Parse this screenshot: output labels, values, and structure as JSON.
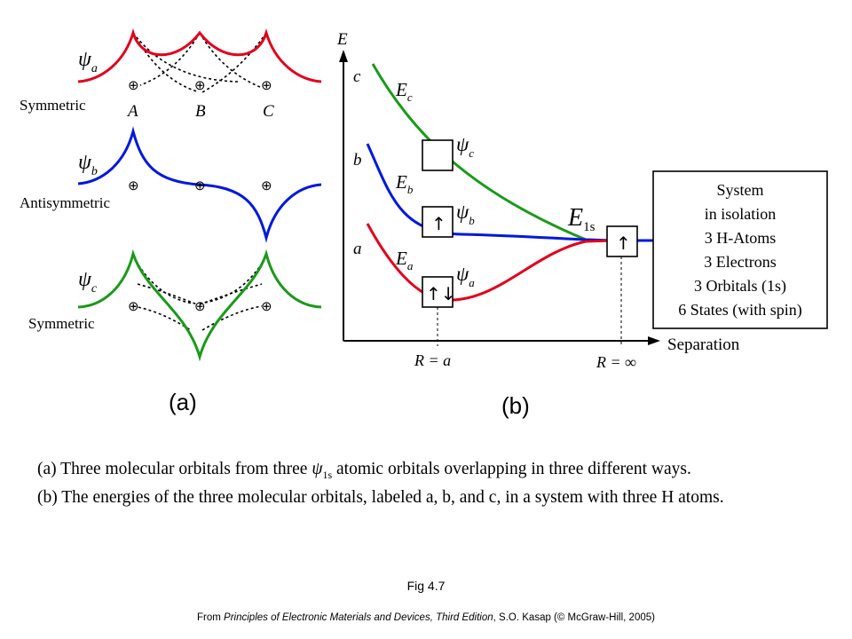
{
  "colors": {
    "orbital_a": "#e3001b",
    "orbital_b": "#0018e0",
    "orbital_c": "#1a9a1a",
    "dashed": "#000000"
  },
  "panel_a": {
    "label": "(a)",
    "rows": [
      {
        "psi_sub": "a",
        "symmetry": "Symmetric"
      },
      {
        "psi_sub": "b",
        "symmetry": "Antisymmetric"
      },
      {
        "psi_sub": "c",
        "symmetry": "Symmetric"
      }
    ],
    "atom_labels": [
      "A",
      "B",
      "C"
    ],
    "nucleus_symbol": "⊕"
  },
  "panel_b": {
    "label": "(b)",
    "axis_y": "E",
    "axis_x": "Separation",
    "levels": [
      {
        "letter": "c",
        "energy_sub": "c",
        "psi_sub": "c",
        "occupancy": ""
      },
      {
        "letter": "b",
        "energy_sub": "b",
        "psi_sub": "b",
        "occupancy": "↑"
      },
      {
        "letter": "a",
        "energy_sub": "a",
        "psi_sub": "a",
        "occupancy": "↑↓"
      }
    ],
    "e1s_main": "E",
    "e1s_sub": "1s",
    "e1s_occupancy": "↑",
    "r_equals_a": "R = a",
    "r_equals_inf": "R = ∞",
    "isolation_box": [
      "System",
      "in isolation",
      "3 H-Atoms",
      "3 Electrons",
      "3 Orbitals (1s)",
      "6 States (with spin)"
    ]
  },
  "caption": {
    "line_a_pre": "(a) Three molecular orbitals from three ",
    "line_a_psi": "ψ",
    "line_a_sub": "1s",
    "line_a_post": " atomic orbitals overlapping in three different ways.",
    "line_b": "(b) The energies of the three molecular orbitals, labeled a, b, and c, in a system with three H atoms."
  },
  "fig_label": "Fig 4.7",
  "source": {
    "pre": "From ",
    "title": "Principles of Electronic Materials and Devices, Third Edition",
    "post": ", S.O. Kasap (© McGraw-Hill, 2005)"
  }
}
